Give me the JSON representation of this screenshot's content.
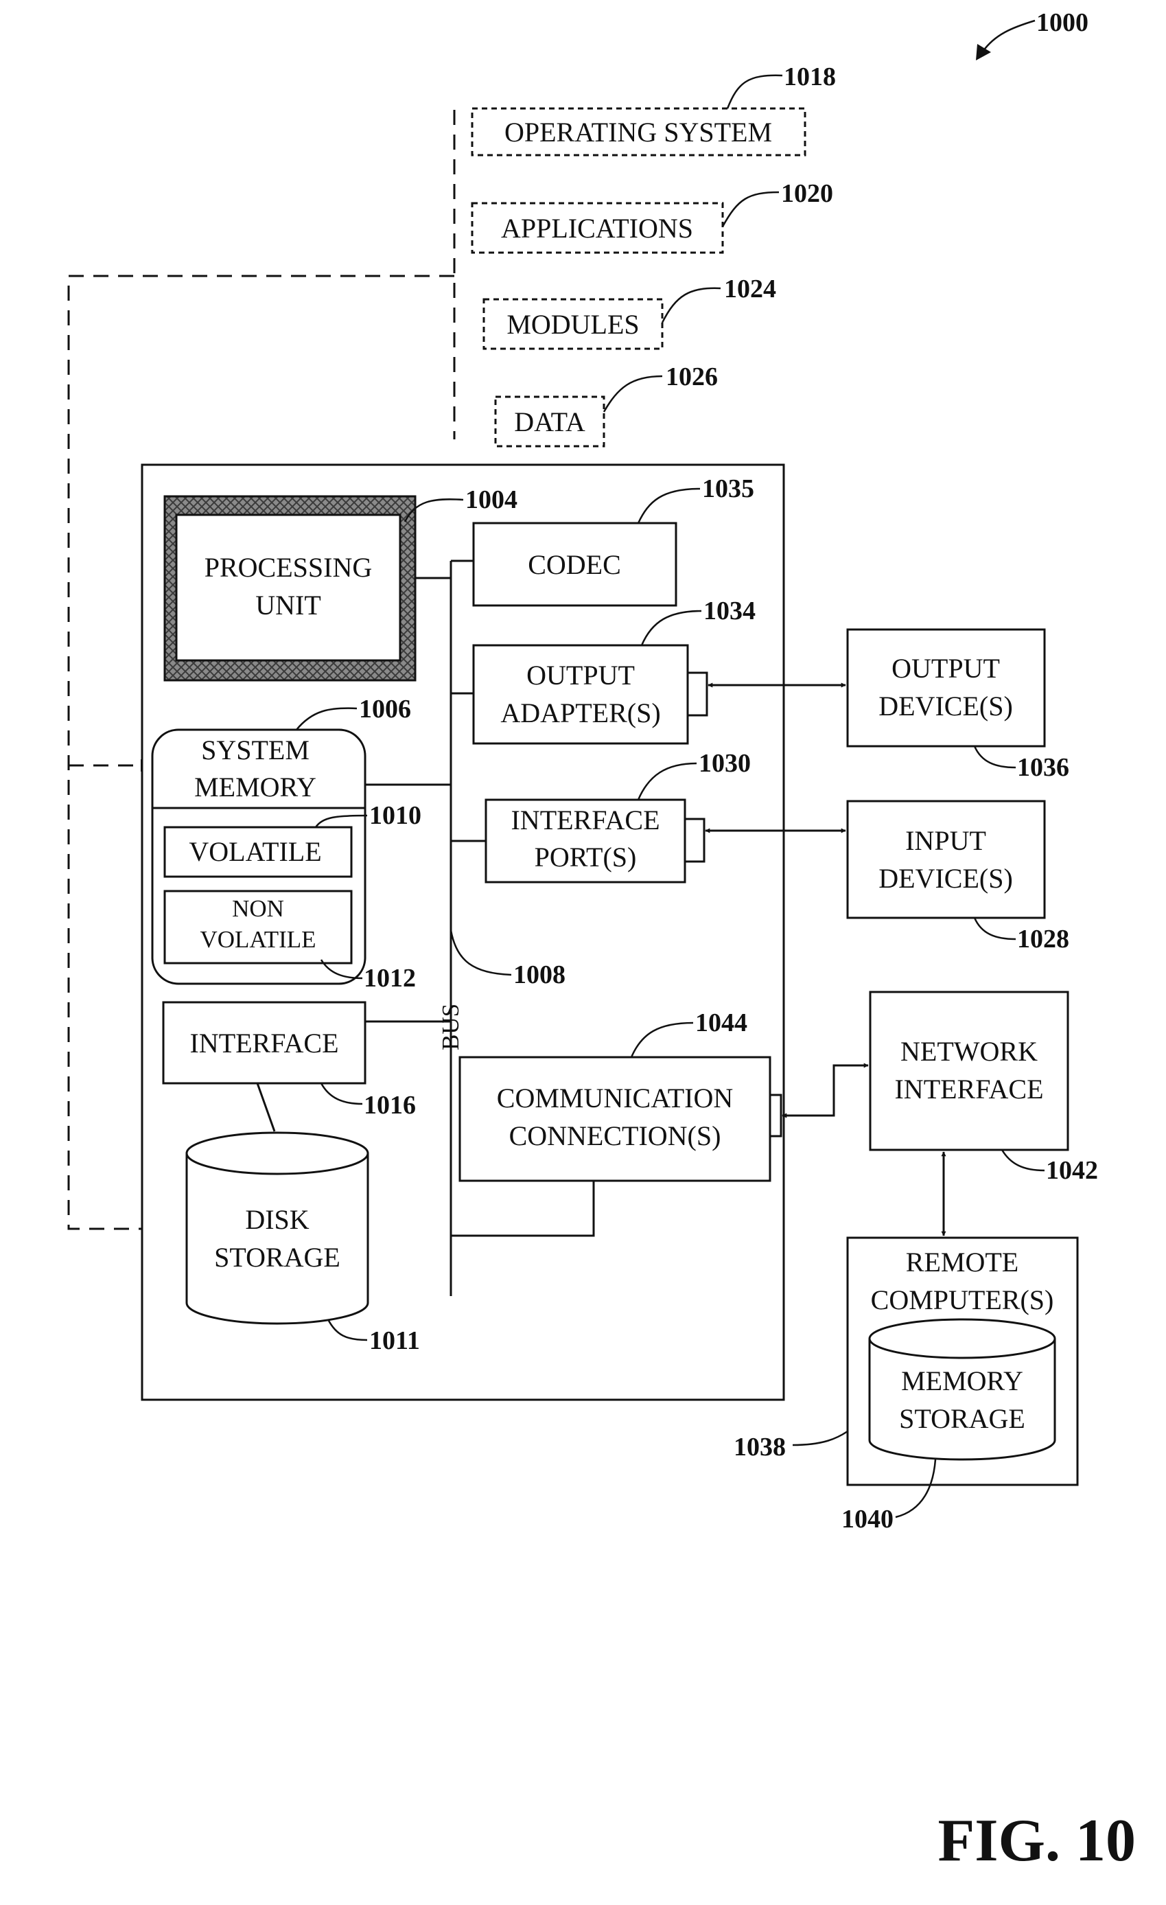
{
  "figure": {
    "number": "1000",
    "caption": "FIG. 10"
  },
  "software": {
    "operating_system": {
      "label": "OPERATING SYSTEM",
      "ref": "1018"
    },
    "applications": {
      "label": "APPLICATIONS",
      "ref": "1020"
    },
    "modules": {
      "label": "MODULES",
      "ref": "1024"
    },
    "data": {
      "label": "DATA",
      "ref": "1026"
    }
  },
  "computer": {
    "processing_unit": {
      "line1": "PROCESSING",
      "line2": "UNIT",
      "ref": "1004"
    },
    "codec": {
      "label": "CODEC",
      "ref": "1035"
    },
    "output_adapter": {
      "line1": "OUTPUT",
      "line2": "ADAPTER(S)",
      "ref": "1034"
    },
    "system_memory": {
      "line1": "SYSTEM",
      "line2": "MEMORY",
      "ref": "1006"
    },
    "volatile": {
      "label": "VOLATILE",
      "ref": "1010"
    },
    "nonvolatile": {
      "line1": "NON",
      "line2": "VOLATILE",
      "ref": "1012"
    },
    "interface_port": {
      "line1": "INTERFACE",
      "line2": "PORT(S)",
      "ref": "1030"
    },
    "bus": {
      "label": "BUS",
      "ref": "1008"
    },
    "interface": {
      "label": "INTERFACE",
      "ref": "1016"
    },
    "communication": {
      "line1": "COMMUNICATION",
      "line2": "CONNECTION(S)",
      "ref": "1044"
    },
    "disk_storage": {
      "line1": "DISK",
      "line2": "STORAGE",
      "ref": "1011"
    }
  },
  "external": {
    "output_device": {
      "line1": "OUTPUT",
      "line2": "DEVICE(S)",
      "ref": "1036"
    },
    "input_device": {
      "line1": "INPUT",
      "line2": "DEVICE(S)",
      "ref": "1028"
    },
    "network_interface": {
      "line1": "NETWORK",
      "line2": "INTERFACE",
      "ref": "1042"
    },
    "remote_computer": {
      "line1": "REMOTE",
      "line2": "COMPUTER(S)",
      "ref": "1038"
    },
    "memory_storage": {
      "line1": "MEMORY",
      "line2": "STORAGE",
      "ref": "1040"
    }
  }
}
